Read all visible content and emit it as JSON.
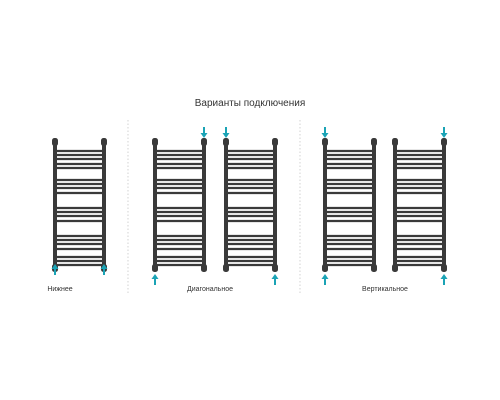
{
  "title": "Варианты подключения",
  "captions": {
    "bottom": "Нижнее",
    "diagonal": "Диагональное",
    "vertical": "Вертикальное"
  },
  "colors": {
    "rail": "#3a3a3a",
    "arrow": "#1aa3b5",
    "divider": "#c8c8c8",
    "text": "#333333"
  },
  "icons": {
    "inlet": "arrow-up-icon",
    "outlet": "arrow-down-icon"
  }
}
